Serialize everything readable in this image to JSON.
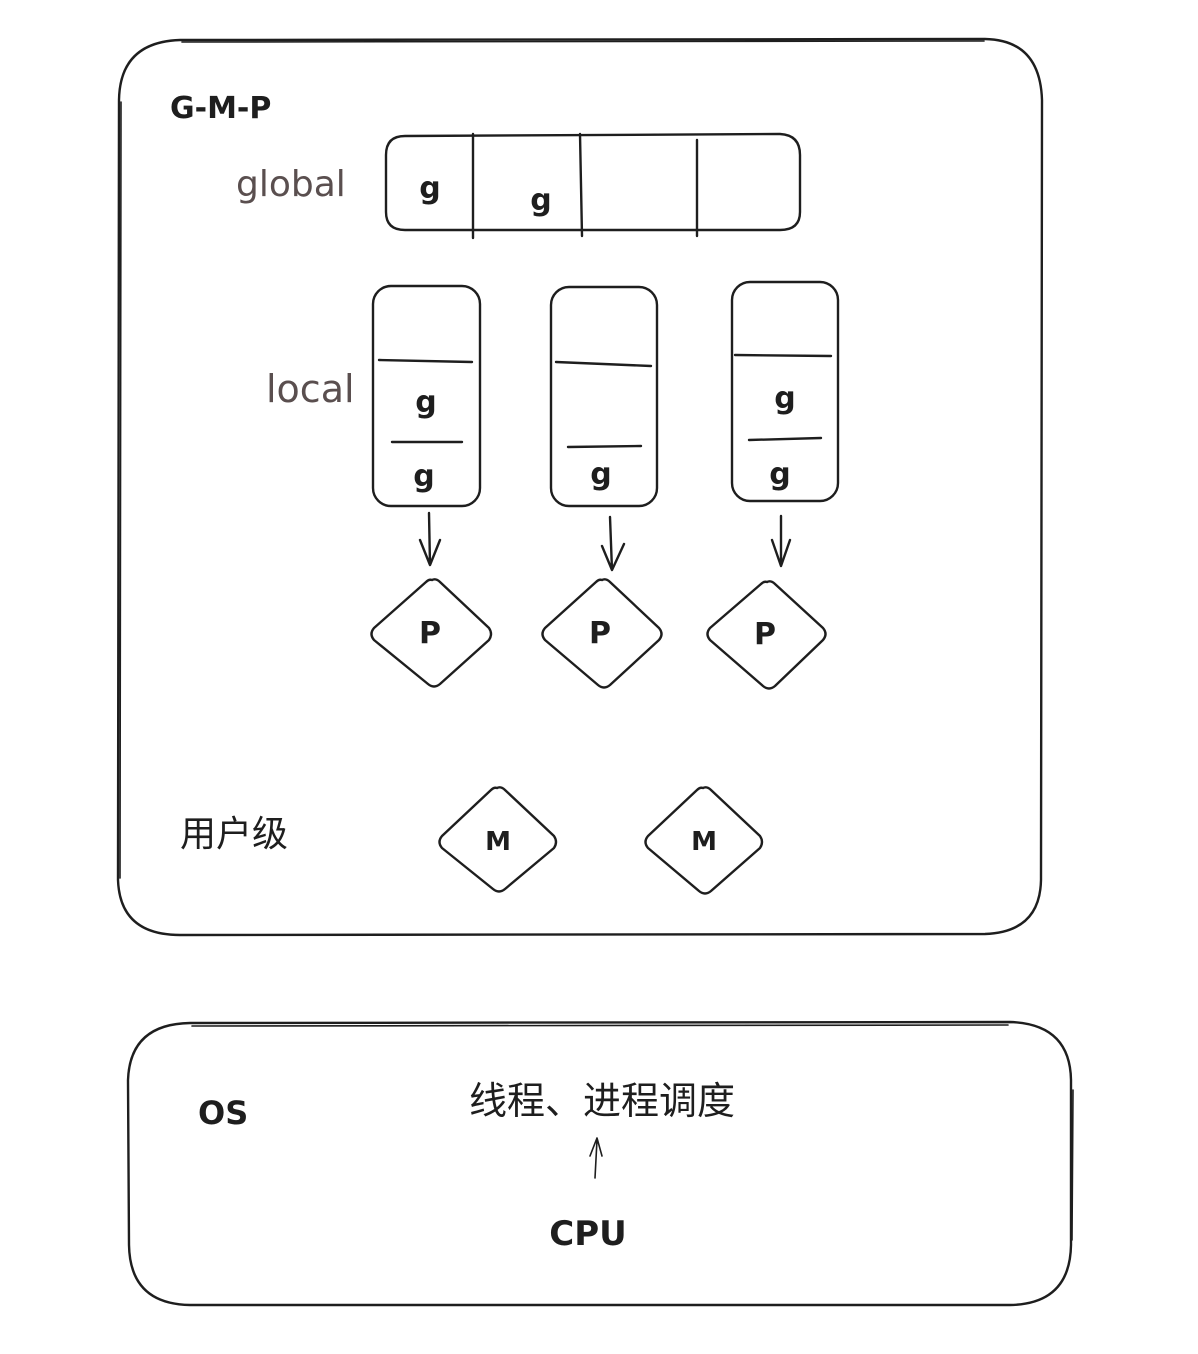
{
  "gmp_panel": {
    "title": "G-M-P",
    "global_label": "global",
    "global_queue": [
      "g",
      "g",
      "",
      ""
    ],
    "local_label": "local",
    "local_queues": [
      [
        "",
        "g",
        "g"
      ],
      [
        "",
        "",
        "g"
      ],
      [
        "",
        "g",
        "g"
      ]
    ],
    "processors": [
      "P",
      "P",
      "P"
    ],
    "user_level_label": "用户级",
    "machines": [
      "M",
      "M"
    ]
  },
  "os_panel": {
    "title": "OS",
    "scheduler_label": "线程、进程调度",
    "cpu_label": "CPU"
  },
  "colors": {
    "stroke": "#1e1e1e",
    "muted_label": "#5a4f4f",
    "background": "#ffffff"
  }
}
